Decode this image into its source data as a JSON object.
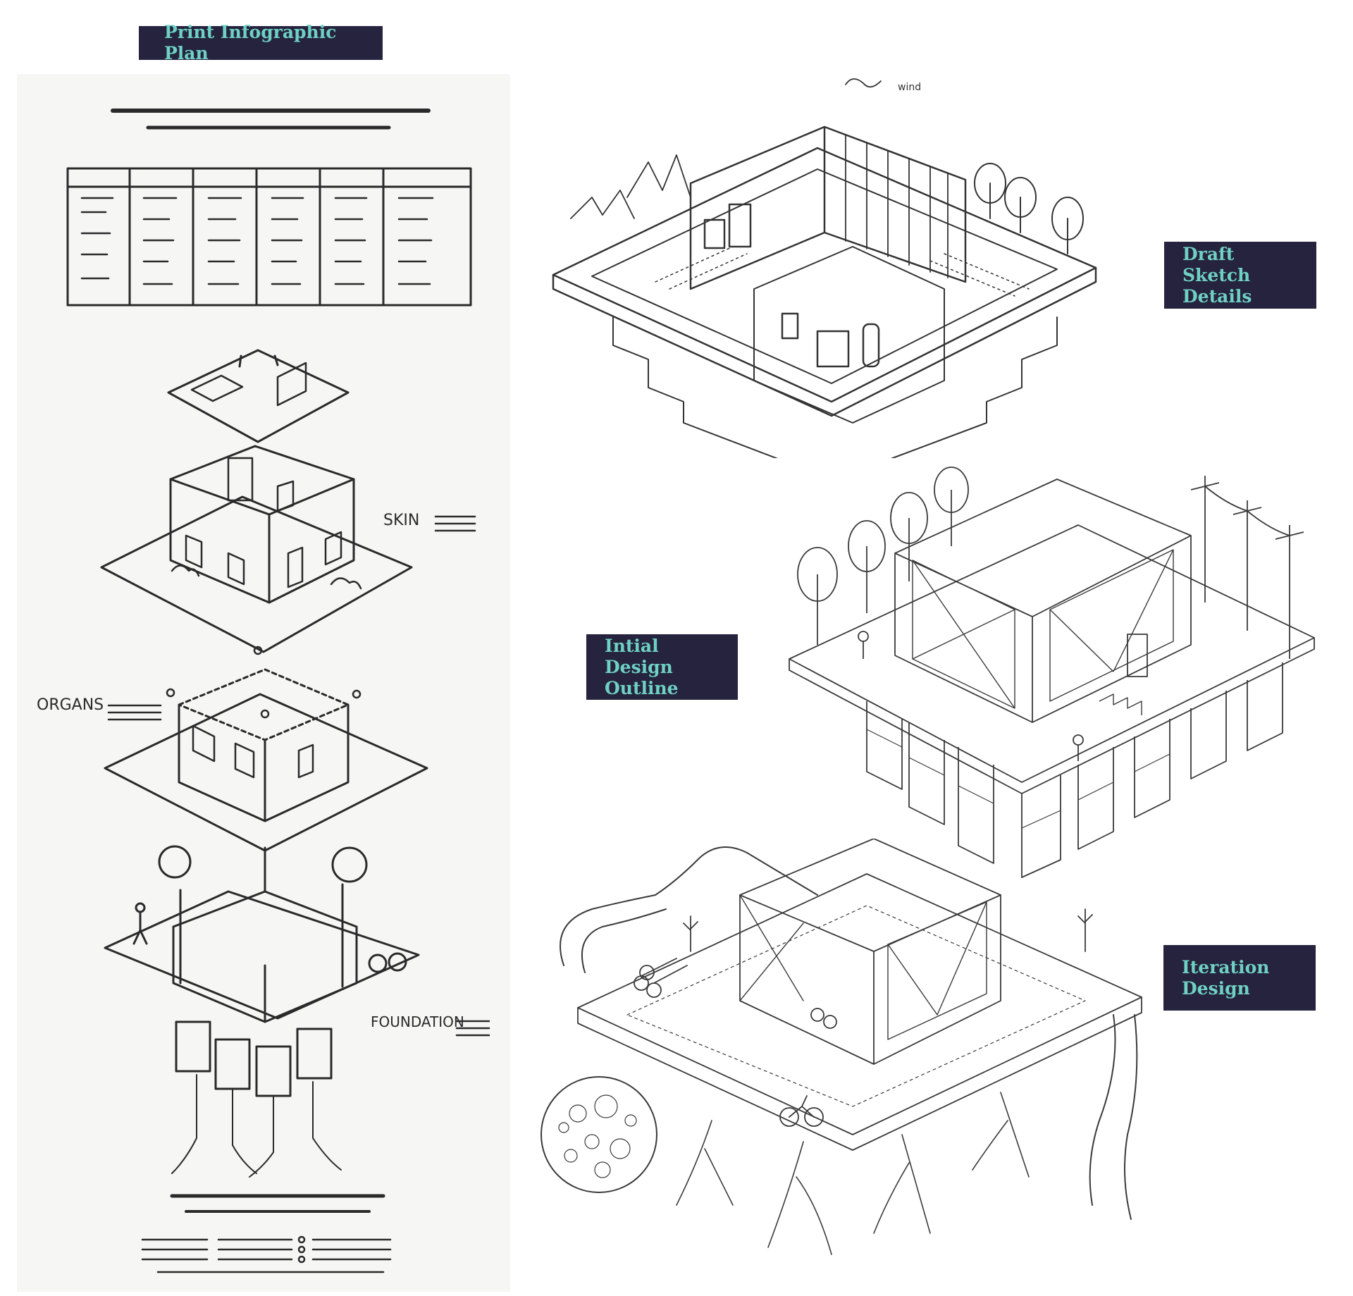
{
  "labels": {
    "print_plan": "Print Infographic Plan",
    "draft_sketch": [
      "Draft Sketch",
      "Details"
    ],
    "initial_outline": [
      "Intial Design",
      "Outline"
    ],
    "iteration": [
      "Iteration",
      "Design"
    ]
  },
  "sketch_annotations": {
    "skin": "SKIN",
    "organs": "ORGANS",
    "foundation": "FOUNDATION",
    "wind": "wind"
  },
  "colors": {
    "label_bg": "#25233d",
    "label_text": "#6fd0c4",
    "pencil": "#2a2a2a",
    "ink": "#333333",
    "paper": "#f6f6f4"
  }
}
